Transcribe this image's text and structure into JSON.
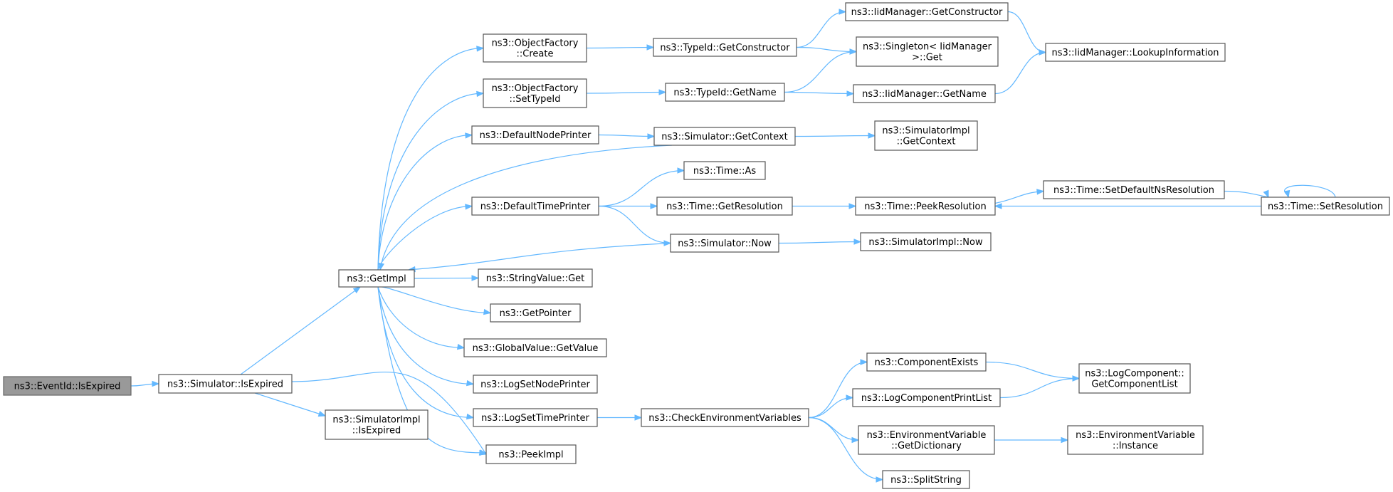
{
  "graph": {
    "edge_color": "#63b8ff",
    "root_fill": "#999999",
    "node_fill": "#ffffff",
    "node_stroke": "#555555",
    "nodes": [
      {
        "id": "root",
        "lines": [
          "ns3::EventId::IsExpired"
        ],
        "root": true
      },
      {
        "id": "sim_isexp",
        "lines": [
          "ns3::Simulator::IsExpired"
        ]
      },
      {
        "id": "simimpl_isexp",
        "lines": [
          "ns3::SimulatorImpl",
          "::IsExpired"
        ]
      },
      {
        "id": "getimpl",
        "lines": [
          "ns3::GetImpl"
        ]
      },
      {
        "id": "peekimpl",
        "lines": [
          "ns3::PeekImpl"
        ]
      },
      {
        "id": "of_create",
        "lines": [
          "ns3::ObjectFactory",
          "::Create"
        ]
      },
      {
        "id": "of_settypeid",
        "lines": [
          "ns3::ObjectFactory",
          "::SetTypeId"
        ]
      },
      {
        "id": "defnodeprinter",
        "lines": [
          "ns3::DefaultNodePrinter"
        ]
      },
      {
        "id": "deftimeprinter",
        "lines": [
          "ns3::DefaultTimePrinter"
        ]
      },
      {
        "id": "stringvalue_get",
        "lines": [
          "ns3::StringValue::Get"
        ]
      },
      {
        "id": "getpointer",
        "lines": [
          "ns3::GetPointer"
        ]
      },
      {
        "id": "gv_getvalue",
        "lines": [
          "ns3::GlobalValue::GetValue"
        ]
      },
      {
        "id": "logsetnodeprinter",
        "lines": [
          "ns3::LogSetNodePrinter"
        ]
      },
      {
        "id": "logsettimeprinter",
        "lines": [
          "ns3::LogSetTimePrinter"
        ]
      },
      {
        "id": "typeid_getctor",
        "lines": [
          "ns3::TypeId::GetConstructor"
        ]
      },
      {
        "id": "typeid_getname",
        "lines": [
          "ns3::TypeId::GetName"
        ]
      },
      {
        "id": "sim_getcontext",
        "lines": [
          "ns3::Simulator::GetContext"
        ]
      },
      {
        "id": "time_as",
        "lines": [
          "ns3::Time::As"
        ]
      },
      {
        "id": "time_getres",
        "lines": [
          "ns3::Time::GetResolution"
        ]
      },
      {
        "id": "sim_now",
        "lines": [
          "ns3::Simulator::Now"
        ]
      },
      {
        "id": "checkenv",
        "lines": [
          "ns3::CheckEnvironmentVariables"
        ]
      },
      {
        "id": "iid_getctor",
        "lines": [
          "ns3::IidManager::GetConstructor"
        ]
      },
      {
        "id": "singleton_get",
        "lines": [
          "ns3::Singleton< IidManager",
          ">::Get"
        ]
      },
      {
        "id": "iid_getname",
        "lines": [
          "ns3::IidManager::GetName"
        ]
      },
      {
        "id": "simimpl_getcontext",
        "lines": [
          "ns3::SimulatorImpl",
          "::GetContext"
        ]
      },
      {
        "id": "time_peekres",
        "lines": [
          "ns3::Time::PeekResolution"
        ]
      },
      {
        "id": "simimpl_now",
        "lines": [
          "ns3::SimulatorImpl::Now"
        ]
      },
      {
        "id": "compexists",
        "lines": [
          "ns3::ComponentExists"
        ]
      },
      {
        "id": "logcompprintlist",
        "lines": [
          "ns3::LogComponentPrintList"
        ]
      },
      {
        "id": "envvar_getdict",
        "lines": [
          "ns3::EnvironmentVariable",
          "::GetDictionary"
        ]
      },
      {
        "id": "splitstring",
        "lines": [
          "ns3::SplitString"
        ]
      },
      {
        "id": "iid_lookupinfo",
        "lines": [
          "ns3::IidManager::LookupInformation"
        ]
      },
      {
        "id": "time_setdefnsres",
        "lines": [
          "ns3::Time::SetDefaultNsResolution"
        ]
      },
      {
        "id": "time_setres",
        "lines": [
          "ns3::Time::SetResolution"
        ]
      },
      {
        "id": "logcomp_getlist",
        "lines": [
          "ns3::LogComponent::",
          "GetComponentList"
        ]
      },
      {
        "id": "envvar_instance",
        "lines": [
          "ns3::EnvironmentVariable",
          "::Instance"
        ]
      }
    ],
    "edges": [
      [
        "root",
        "sim_isexp"
      ],
      [
        "sim_isexp",
        "getimpl"
      ],
      [
        "sim_isexp",
        "simimpl_isexp"
      ],
      [
        "sim_isexp",
        "peekimpl"
      ],
      [
        "getimpl",
        "of_create"
      ],
      [
        "getimpl",
        "of_settypeid"
      ],
      [
        "getimpl",
        "defnodeprinter"
      ],
      [
        "getimpl",
        "deftimeprinter"
      ],
      [
        "getimpl",
        "stringvalue_get"
      ],
      [
        "getimpl",
        "getpointer"
      ],
      [
        "getimpl",
        "gv_getvalue"
      ],
      [
        "getimpl",
        "logsetnodeprinter"
      ],
      [
        "getimpl",
        "logsettimeprinter"
      ],
      [
        "getimpl",
        "peekimpl"
      ],
      [
        "of_create",
        "typeid_getctor"
      ],
      [
        "of_settypeid",
        "typeid_getname"
      ],
      [
        "defnodeprinter",
        "sim_getcontext"
      ],
      [
        "sim_getcontext",
        "getimpl"
      ],
      [
        "sim_getcontext",
        "simimpl_getcontext"
      ],
      [
        "deftimeprinter",
        "time_as"
      ],
      [
        "deftimeprinter",
        "time_getres"
      ],
      [
        "deftimeprinter",
        "sim_now"
      ],
      [
        "sim_now",
        "getimpl"
      ],
      [
        "sim_now",
        "simimpl_now"
      ],
      [
        "time_getres",
        "time_peekres"
      ],
      [
        "time_peekres",
        "time_setdefnsres"
      ],
      [
        "time_setdefnsres",
        "time_setres"
      ],
      [
        "time_setres",
        "time_peekres"
      ],
      [
        "time_setres",
        "time_setres"
      ],
      [
        "typeid_getctor",
        "iid_getctor"
      ],
      [
        "typeid_getctor",
        "singleton_get"
      ],
      [
        "typeid_getname",
        "singleton_get"
      ],
      [
        "typeid_getname",
        "iid_getname"
      ],
      [
        "iid_getctor",
        "iid_lookupinfo"
      ],
      [
        "iid_getname",
        "iid_lookupinfo"
      ],
      [
        "logsettimeprinter",
        "checkenv"
      ],
      [
        "checkenv",
        "compexists"
      ],
      [
        "checkenv",
        "logcompprintlist"
      ],
      [
        "checkenv",
        "envvar_getdict"
      ],
      [
        "checkenv",
        "splitstring"
      ],
      [
        "compexists",
        "logcomp_getlist"
      ],
      [
        "logcompprintlist",
        "logcomp_getlist"
      ],
      [
        "envvar_getdict",
        "envvar_instance"
      ]
    ]
  }
}
